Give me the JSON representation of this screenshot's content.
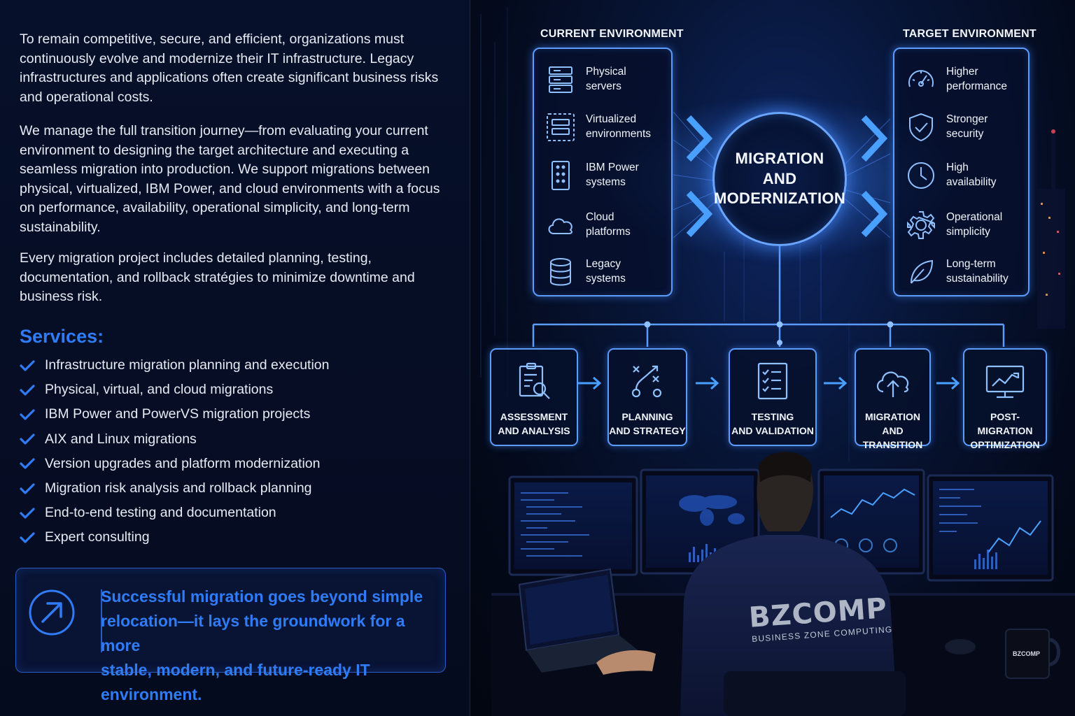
{
  "intro": {
    "p1": "To remain competitive, secure, and efficient, organizations must continuously evolve and modernize their IT infrastructure. Legacy infrastructures and applications often create significant business risks and operational costs.",
    "p2": "We manage the full transition journey—from evaluating your current environment to designing the target architecture and executing a seamless migration into production. We support migrations between physical, virtualized, IBM Power, and cloud environments with a focus on performance, availability, operational simplicity, and long-term sustainability.",
    "p3": "Every migration project includes detailed planning, testing, documentation, and rollback stratégies to minimize downtime and business risk."
  },
  "services": {
    "title": "Services:",
    "items": [
      "Infrastructure migration planning and execution",
      "Physical, virtual, and cloud migrations",
      "IBM Power and PowerVS migration projects",
      "AIX and Linux migrations",
      "Version upgrades and platform modernization",
      "Migration risk analysis and rollback planning",
      "End-to-end testing and documentation",
      "Expert consulting"
    ]
  },
  "callout": {
    "line1": "Successful migration goes beyond simple",
    "line2": "relocation—it lays the groundwork for a more",
    "line3": "stable, modern, and future-ready IT environment.",
    "icon": "arrow-up-right-circle-icon"
  },
  "diagram": {
    "current": {
      "title": "CURRENT ENVIRONMENT",
      "items": [
        {
          "l1": "Physical",
          "l2": "servers",
          "icon": "server-stack-icon"
        },
        {
          "l1": "Virtualized",
          "l2": "environments",
          "icon": "virtual-server-icon"
        },
        {
          "l1": "IBM Power",
          "l2": "systems",
          "icon": "tower-server-icon"
        },
        {
          "l1": "Cloud",
          "l2": "platforms",
          "icon": "cloud-icon"
        },
        {
          "l1": "Legacy",
          "l2": "systems",
          "icon": "database-icon"
        }
      ]
    },
    "hub": {
      "l1": "MIGRATION",
      "l2": "AND",
      "l3": "MODERNIZATION"
    },
    "target": {
      "title": "TARGET ENVIRONMENT",
      "items": [
        {
          "l1": "Higher",
          "l2": "performance",
          "icon": "speedometer-icon"
        },
        {
          "l1": "Stronger",
          "l2": "security",
          "icon": "shield-check-icon"
        },
        {
          "l1": "High",
          "l2": "availability",
          "icon": "clock-icon"
        },
        {
          "l1": "Operational",
          "l2": "simplicity",
          "icon": "gear-icon"
        },
        {
          "l1": "Long-term",
          "l2": "sustainability",
          "icon": "leaf-icon"
        }
      ]
    },
    "steps": [
      {
        "l1": "ASSESSMENT",
        "l2": "AND ANALYSIS",
        "icon": "clipboard-search-icon"
      },
      {
        "l1": "PLANNING",
        "l2": "AND STRATEGY",
        "icon": "strategy-icon"
      },
      {
        "l1": "TESTING",
        "l2": "AND VALIDATION",
        "icon": "checklist-icon"
      },
      {
        "l1": "MIGRATION",
        "l2": "AND TRANSITION",
        "icon": "cloud-upload-icon"
      },
      {
        "l1": "POST-MIGRATION",
        "l2": "OPTIMIZATION",
        "icon": "monitor-chart-icon"
      }
    ]
  },
  "scene": {
    "brand": "BZCOMP",
    "brand_sub": "BUSINESS ZONE COMPUTING",
    "mug": "BZCOMP"
  },
  "colors": {
    "accent": "#2f7cf6",
    "glow": "#5d9cff",
    "background": "#050c1f"
  }
}
